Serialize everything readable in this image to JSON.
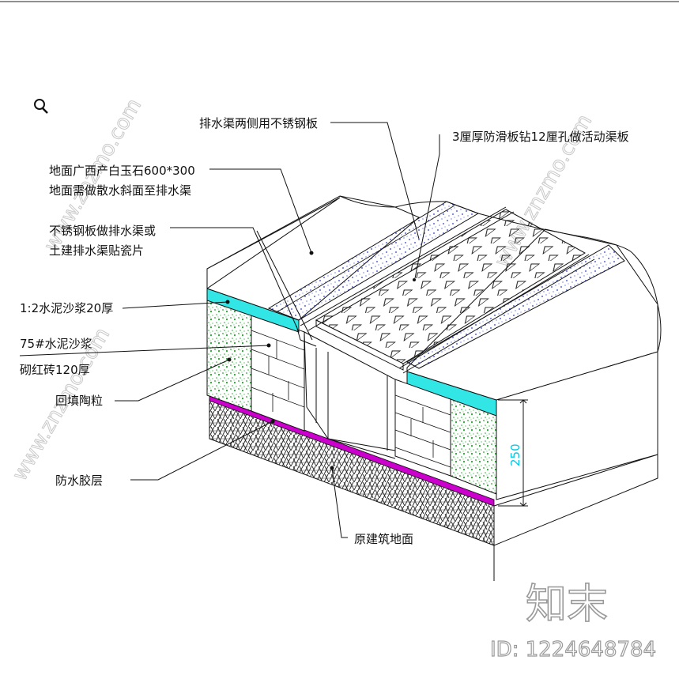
{
  "labels": {
    "stainless_sides": "排水渠两侧用不锈钢板",
    "cover_plate": "3厘厚防滑板钻12厘孔做活动渠板",
    "floor_stone_1": "地面广西产白玉石600*300",
    "floor_stone_2": "地面需做散水斜面至排水渠",
    "channel_1": "不锈钢板做排水渠或",
    "channel_2": "土建排水渠贴瓷片",
    "mortar": "1:2水泥沙浆20厚",
    "mortar_75": "75#水泥沙浆",
    "brick": "砌红砖120厚",
    "backfill": "回填陶粒",
    "waterproof": "防水胶层",
    "base": "原建筑地面"
  },
  "dimension": {
    "value": "250"
  },
  "watermark": {
    "brand": "知末",
    "id": "ID: 1224648784",
    "site": "www.znzmo.com"
  },
  "icons": {
    "magnifier": "search-icon"
  },
  "colors": {
    "mortar": "#33e6e6",
    "waterproof": "#cc00cc",
    "backfill_dots": "#1faa2a",
    "stone_dots": "#2c3cc8",
    "dimension": "#00c8e6"
  }
}
